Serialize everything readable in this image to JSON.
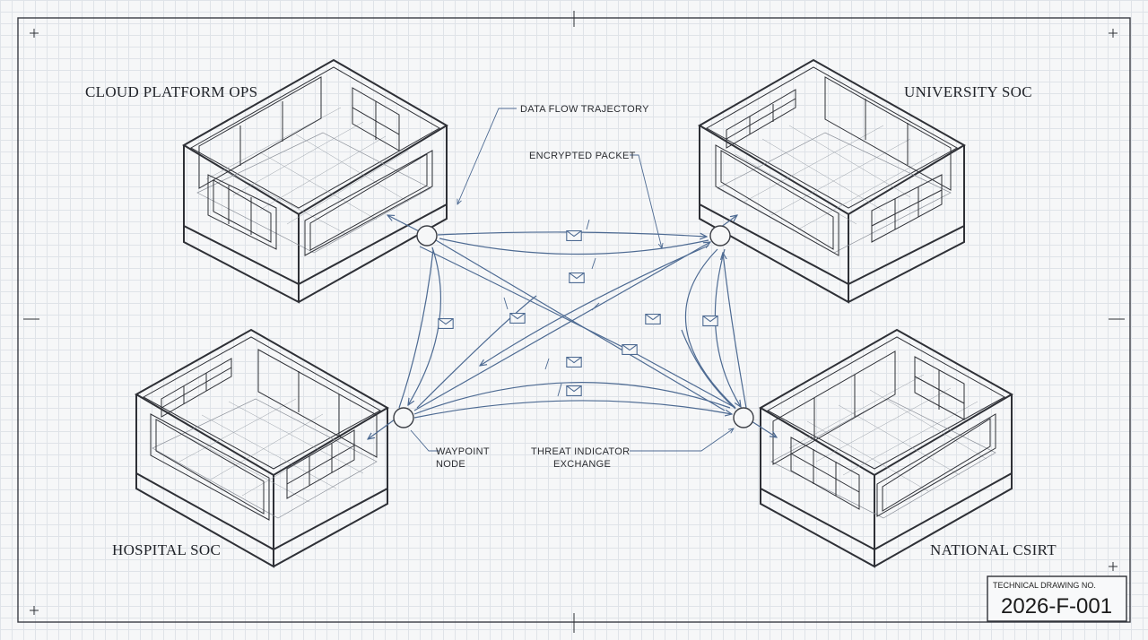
{
  "drawing": {
    "buildings": {
      "cloud": "CLOUD PLATFORM OPS",
      "university": "UNIVERSITY SOC",
      "hospital": "HOSPITAL SOC",
      "national": "NATIONAL CSIRT"
    },
    "callouts": {
      "data_flow": "DATA FLOW TRAJECTORY",
      "encrypted_packet": "ENCRYPTED PACKET",
      "waypoint_line1": "WAYPOINT",
      "waypoint_line2": "NODE",
      "threat_line1": "THREAT INDICATOR",
      "threat_line2": "EXCHANGE"
    },
    "title_block": {
      "caption": "TECHNICAL DRAWING NO.",
      "number": "2026-F-001"
    }
  },
  "colors": {
    "ink": "#2e3036",
    "flow": "#4d6a92",
    "grid": "#dfe3e8"
  }
}
